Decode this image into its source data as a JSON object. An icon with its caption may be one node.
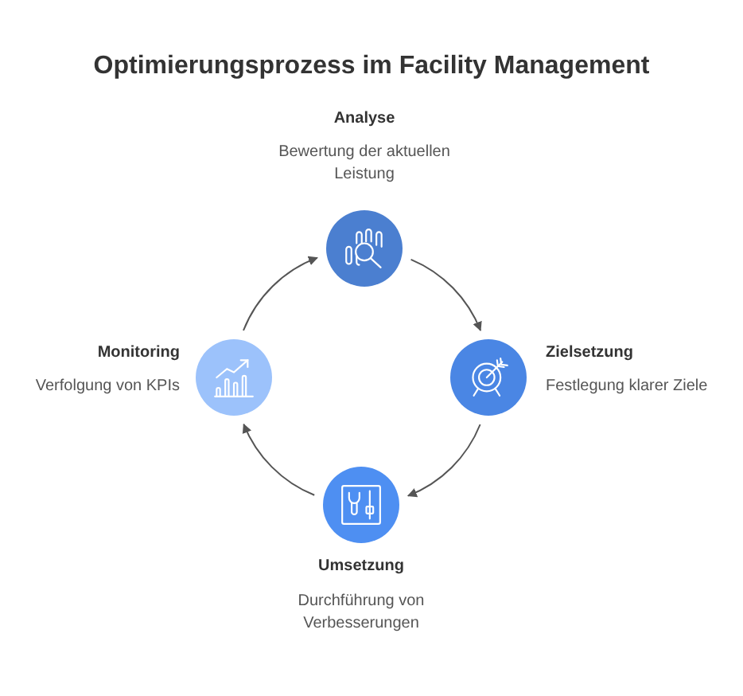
{
  "diagram": {
    "title": "Optimierungsprozess im Facility Management",
    "nodes": [
      {
        "text": [
          "Analyse",
          "Bewertung der aktuellen Leistung"
        ]
      },
      {
        "text": [
          "Zielsetzung",
          "Festlegung klarer Ziele"
        ]
      },
      {
        "text": [
          "Umsetzung",
          "Durchführung von Verbesserungen"
        ]
      },
      {
        "text": [
          "Monitoring",
          "Verfolgung von KPIs"
        ]
      }
    ],
    "edges": [
      {
        "from": 0,
        "to": 1,
        "arrow": "to"
      },
      {
        "from": 1,
        "to": 2,
        "arrow": "to"
      },
      {
        "from": 2,
        "to": 3,
        "arrow": "to"
      },
      {
        "from": 3,
        "to": 0,
        "arrow": "to"
      }
    ]
  }
}
